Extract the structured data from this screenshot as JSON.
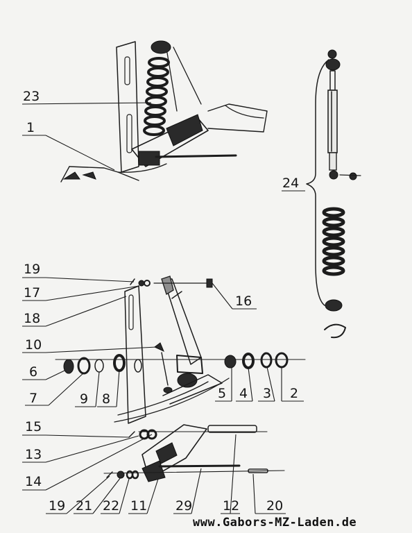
{
  "labels": {
    "l23": "23",
    "l1": "1",
    "l24": "24",
    "l19a": "19",
    "l17": "17",
    "l18": "18",
    "l16": "16",
    "l10": "10",
    "l6": "6",
    "l7": "7",
    "l9": "9",
    "l8": "8",
    "l5": "5",
    "l4": "4",
    "l3": "3",
    "l2": "2",
    "l15": "15",
    "l13": "13",
    "l14": "14",
    "l19b": "19",
    "l21": "21",
    "l22": "22",
    "l11": "11",
    "l29": "29",
    "l12": "12",
    "l20": "20"
  },
  "footer": {
    "url": "www.Gabors-MZ-Laden.de"
  }
}
